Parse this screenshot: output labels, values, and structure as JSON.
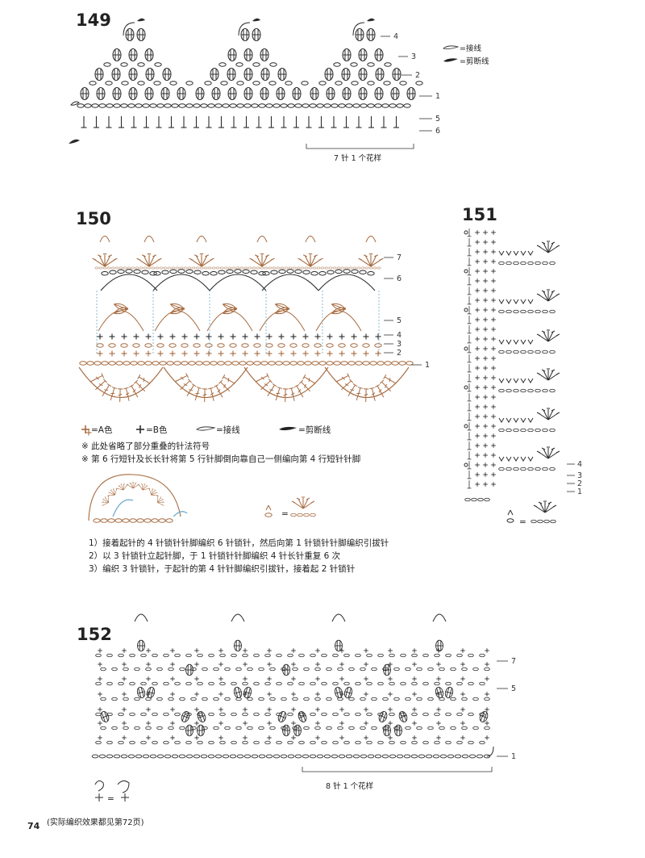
{
  "page_number": "74",
  "footer_note": "(实际编织效果都见第72页)",
  "colors": {
    "ink": "#2b2b2b",
    "color_a": "#a66a3f",
    "color_b": "#2b2b2b"
  },
  "p149": {
    "number": "149",
    "legend_join": "=接线",
    "legend_cut": "=剪断线",
    "repeat_label": "7 针 1 个花样",
    "row_labels": [
      "4",
      "3",
      "2",
      "1",
      "5",
      "6"
    ]
  },
  "p150": {
    "number": "150",
    "row_labels": [
      "7",
      "6",
      "5",
      "4",
      "3",
      "2",
      "1"
    ],
    "legend_a": "=A色",
    "legend_b": "=B色",
    "legend_join": "=接线",
    "legend_cut": "=剪断线",
    "note1": "※ 此处省略了部分重叠的针法符号",
    "note2": "※ 第 6 行短针及长长针将第 5 行针脚倒向靠自己一侧编向第 4 行短针针脚",
    "steps": [
      "1）接着起针的 4 针锁针针脚编织 6 针锁针，然后向第 1 针锁针针脚编织引拔针",
      "2）以 3 针锁针立起针脚，于 1 针锁针针脚编织 4 针长针重复 6 次",
      "3）编织 3 针锁针，于起针的第 4 针针脚编织引拔针，接着起 2 针锁针"
    ],
    "eq": "="
  },
  "p151": {
    "number": "151",
    "row_labels": [
      "4",
      "3",
      "2",
      "1"
    ],
    "eq": "="
  },
  "p152": {
    "number": "152",
    "row_labels": [
      "7",
      "5",
      "1"
    ],
    "repeat_label": "8 针 1 个花样",
    "eq": "="
  }
}
